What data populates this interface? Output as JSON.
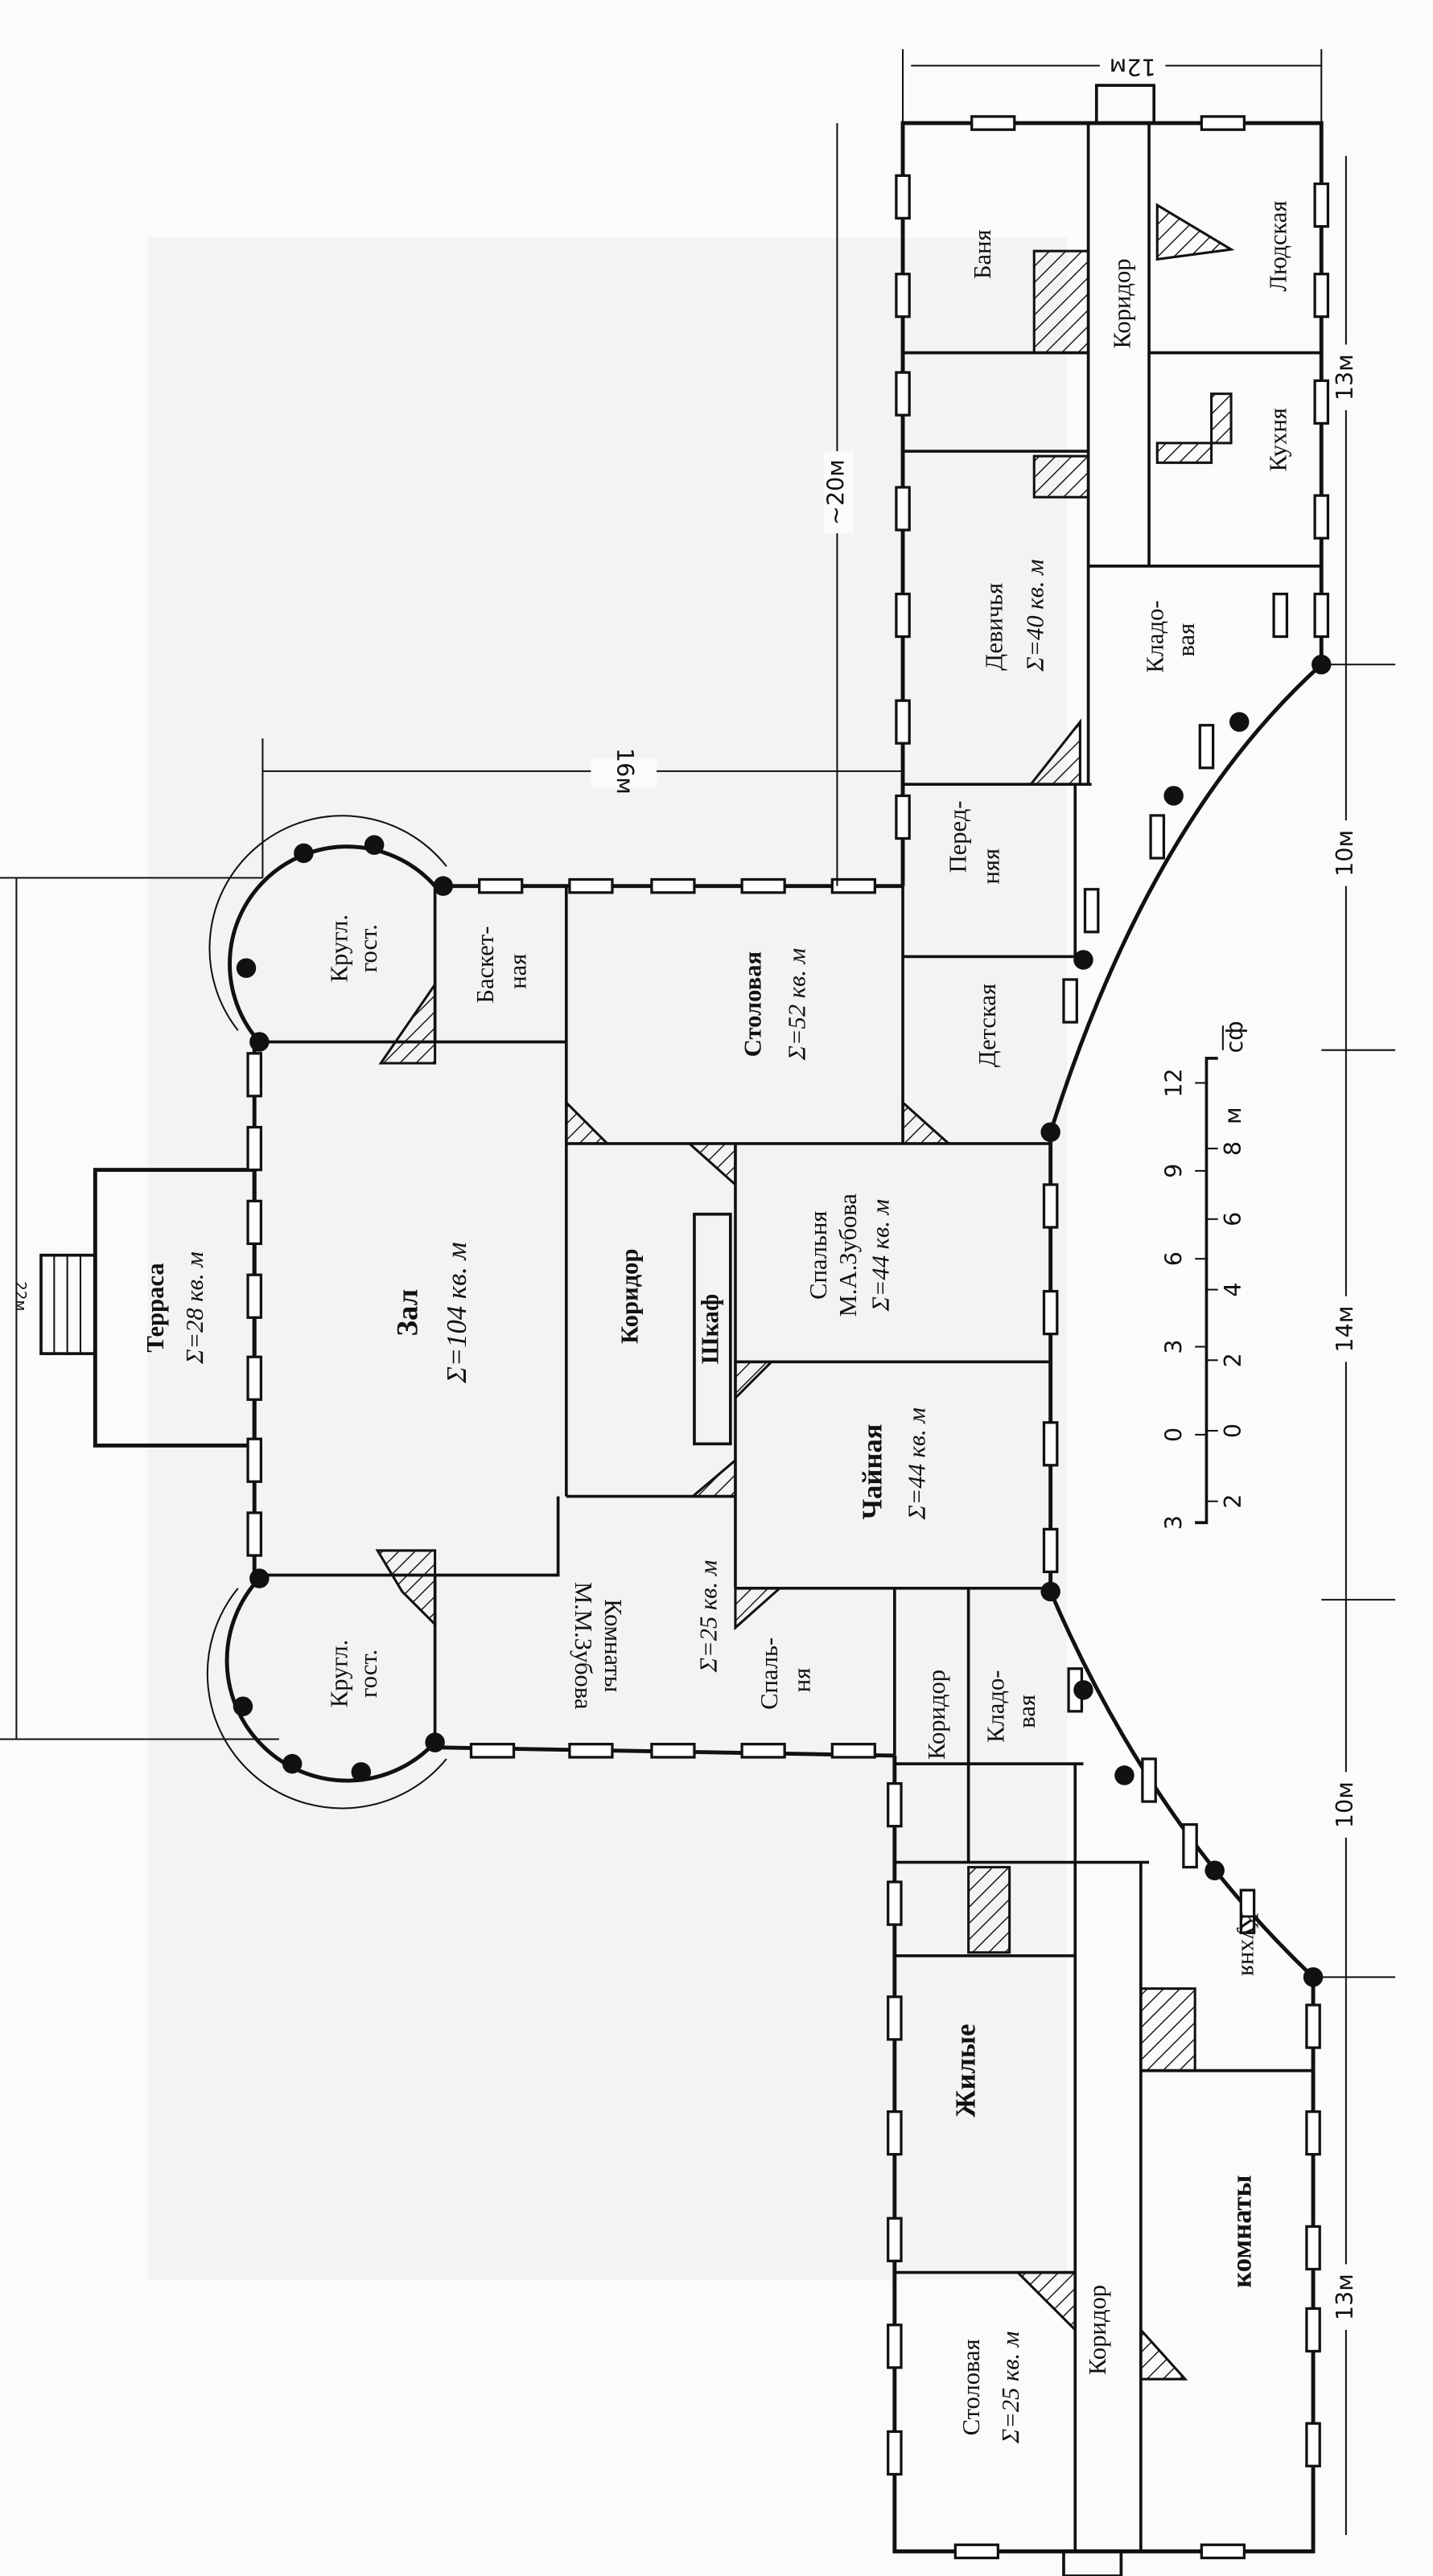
{
  "rooms": {
    "banya": "Баня",
    "koridor_top": "Коридор",
    "lyudskaya": "Людская",
    "kukhnya_top": "Кухня",
    "devichya": "Девичья",
    "devichya_area": "Σ=40 кв. м",
    "kladovaya_top_1": "Кладо-",
    "kladovaya_top_2": "вая",
    "perednyaya_1": "Перед-",
    "perednyaya_2": "няя",
    "detskaya": "Детская",
    "stolovaya": "Столовая",
    "stolovaya_area": "Σ=52 кв. м",
    "basketnaya_1": "Баскет-",
    "basketnaya_2": "ная",
    "krugl_gost_1": "Кругл.",
    "krugl_gost_2": "гост.",
    "terrasa": "Терраса",
    "terrasa_area": "Σ=28 кв. м",
    "zal": "Зал",
    "zal_area": "Σ=104 кв. м",
    "koridor_center": "Коридор",
    "shkaf": "Шкаф",
    "spalnya_1": "Спальня",
    "spalnya_2": "М.А.Зубова",
    "spalnya_area": "Σ=44 кв. м",
    "chaynaya": "Чайная",
    "chaynaya_area": "Σ=44 кв. м",
    "komnaty_1": "Комнаты",
    "komnaty_2": "М.М.Зубова",
    "komnaty_area": "Σ=25 кв. м",
    "spalnya_small_1": "Спаль-",
    "spalnya_small_2": "ня",
    "koridor_bottom_small": "Коридор",
    "kladovaya_bottom_1": "Кладо-",
    "kladovaya_bottom_2": "вая",
    "kukhnya_bottom": "Кухня",
    "zhilye": "Жилые",
    "komnaty_bottom": "комнаты",
    "koridor_bottom": "Коридор",
    "stolovaya_bottom": "Столовая",
    "stolovaya_bottom_area": "Σ=25 кв. м"
  },
  "dimensions": {
    "top_width": "12м",
    "right_13_top": "13м",
    "right_10_top": "10м",
    "right_14": "14м",
    "right_10_bottom": "10м",
    "right_13_bottom": "13м",
    "wing_20": "~20м",
    "depth_16": "16м",
    "left_22": "22м"
  },
  "scale_bar": {
    "sazhen_ticks": [
      "3",
      "0",
      "3",
      "6",
      "9",
      "12"
    ],
    "sazhen_unit": "сф",
    "meter_ticks": [
      "2",
      "0",
      "2",
      "4",
      "6",
      "8"
    ],
    "meter_unit": "м"
  }
}
